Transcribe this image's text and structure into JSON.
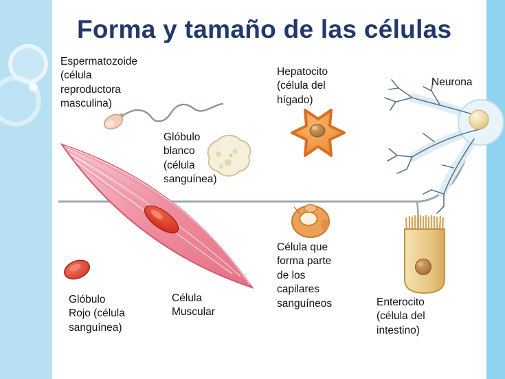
{
  "slide": {
    "title": "Forma y tamaño de las células"
  },
  "labels": {
    "sperm": "Espermatozoide\n(célula\nreproductora\nmasculina)",
    "white_blood_cell": "Glóbulo\nblanco\n(célula\nsanguínea)",
    "hepatocyte": "Hepatocito\n(célula del\nhígado)",
    "neuron": "Neurona",
    "red_blood_cell": "Glóbulo\nRojo (célula\nsanguínea)",
    "muscle_cell": "Célula\nMuscular",
    "capillary_cell": "Célula que\nforma parte\nde los\ncapilares\nsanguíneos",
    "enterocyte": "Enterocito\n(célula del\nintestino)"
  },
  "colors": {
    "title_text": "#21386b",
    "left_strip": "#b7e0f2",
    "right_strip": "#90d3ee",
    "muscle_pink": "#ee8e9f",
    "hepatocyte_orange": "#e8822e",
    "red_blood_cell_red": "#c92f1d",
    "enterocyte_tan": "#e7c27c"
  }
}
